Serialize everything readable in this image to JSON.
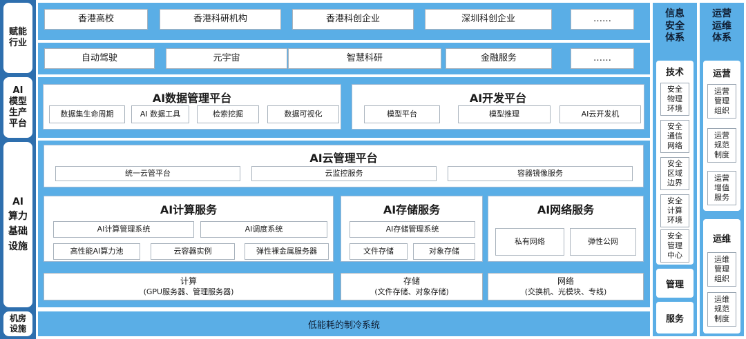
{
  "left_labels": {
    "empower": "赋能\n行业",
    "model": "AI\n模型\n生产\n平台",
    "compute": "AI\n算力\n基础\n设施",
    "facility": "机房\n设施"
  },
  "industry_row1": [
    "香港高校",
    "香港科研机构",
    "香港科创企业",
    "深圳科创企业",
    "……"
  ],
  "industry_row2": [
    "自动驾驶",
    "元宇宙",
    "智慧科研",
    "金融服务",
    "……"
  ],
  "data_platform": {
    "title": "AI数据管理平台",
    "items": [
      "数据集生命周期",
      "AI 数据工具",
      "检索挖掘",
      "数据可视化"
    ]
  },
  "dev_platform": {
    "title": "AI开发平台",
    "items": [
      "模型平台",
      "模型推理",
      "AI云开发机"
    ]
  },
  "cloud_platform": {
    "title": "AI云管理平台",
    "items": [
      "统一云管平台",
      "云监控服务",
      "容器镜像服务"
    ]
  },
  "compute_service": {
    "title": "AI计算服务",
    "items": [
      "AI计算管理系统",
      "AI调度系统",
      "高性能AI算力池",
      "云容器实例",
      "弹性裸金属服务器"
    ]
  },
  "storage_service": {
    "title": "AI存储服务",
    "items": [
      "AI存储管理系统",
      "文件存储",
      "对象存储"
    ]
  },
  "network_service": {
    "title": "AI网络服务",
    "items": [
      "私有网络",
      "弹性公网"
    ]
  },
  "hardware": [
    {
      "title": "计算",
      "sub": "(GPU服务器、管理服务器)"
    },
    {
      "title": "存储",
      "sub": "(文件存储、对象存储)"
    },
    {
      "title": "网络",
      "sub": "(交换机、光模块、专线)"
    }
  ],
  "cooling": "低能耗的制冷系统",
  "security": {
    "title": "信息\n安全\n体系",
    "tech_title": "技术",
    "tech_items": [
      "安全\n物理\n环境",
      "安全\n通信\n网络",
      "安全\n区域\n边界",
      "安全\n计算\n环境",
      "安全\n管理\n中心"
    ],
    "manage": "管理",
    "service": "服务"
  },
  "ops": {
    "title": "运营\n运维\n体系",
    "operation_title": "运营",
    "operation_items": [
      "运营\n管理\n组织",
      "运营\n规范\n制度",
      "运营\n增值\n服务"
    ],
    "maintenance_title": "运维",
    "maintenance_items": [
      "运维\n管理\n组织",
      "运维\n规范\n制度"
    ]
  },
  "colors": {
    "frame": "#5aaee6",
    "right_frame": "#2e6fae",
    "text": "#1a1a1a"
  }
}
